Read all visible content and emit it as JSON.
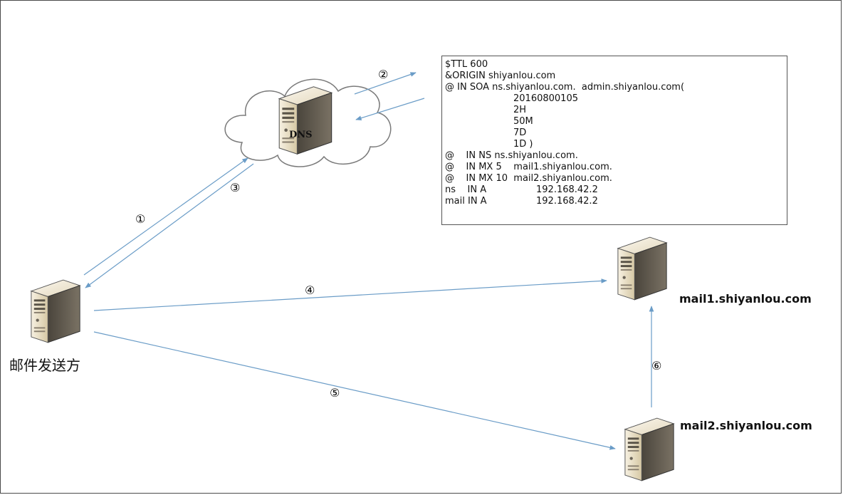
{
  "sender_label": "邮件发送方",
  "dns_label": "DNS",
  "mail1_label": "mail1.shiyanlou.com",
  "mail2_label": "mail2.shiyanlou.com",
  "steps": [
    "①",
    "②",
    "③",
    "④",
    "⑤",
    "⑥"
  ],
  "zone_file": {
    "lines": [
      [
        "$TTL 600",
        ""
      ],
      [
        "&ORIGIN shiyanlou.com",
        ""
      ],
      [
        "@ IN SOA ns.shiyanlou.com.  admin.shiyanlou.com(",
        ""
      ],
      [
        "",
        "20160800105"
      ],
      [
        "",
        "2H"
      ],
      [
        "",
        "50M"
      ],
      [
        "",
        "7D"
      ],
      [
        "",
        "1D )"
      ],
      [
        "@    IN NS ns.shiyanlou.com.",
        ""
      ],
      [
        "@    IN MX 5    mail1.shiyanlou.com.",
        ""
      ],
      [
        "@    IN MX 10  mail2.shiyanlou.com.",
        ""
      ],
      [
        "ns    IN A",
        "192.168.42.2"
      ],
      [
        "mail IN A",
        "192.168.42.2"
      ]
    ]
  },
  "colors": {
    "arrow": "#6a9cc7",
    "server_light": "#f3ecd9",
    "server_mid": "#d9ccab",
    "server_dark": "#5a5448",
    "frame": "#4a4a4a"
  }
}
